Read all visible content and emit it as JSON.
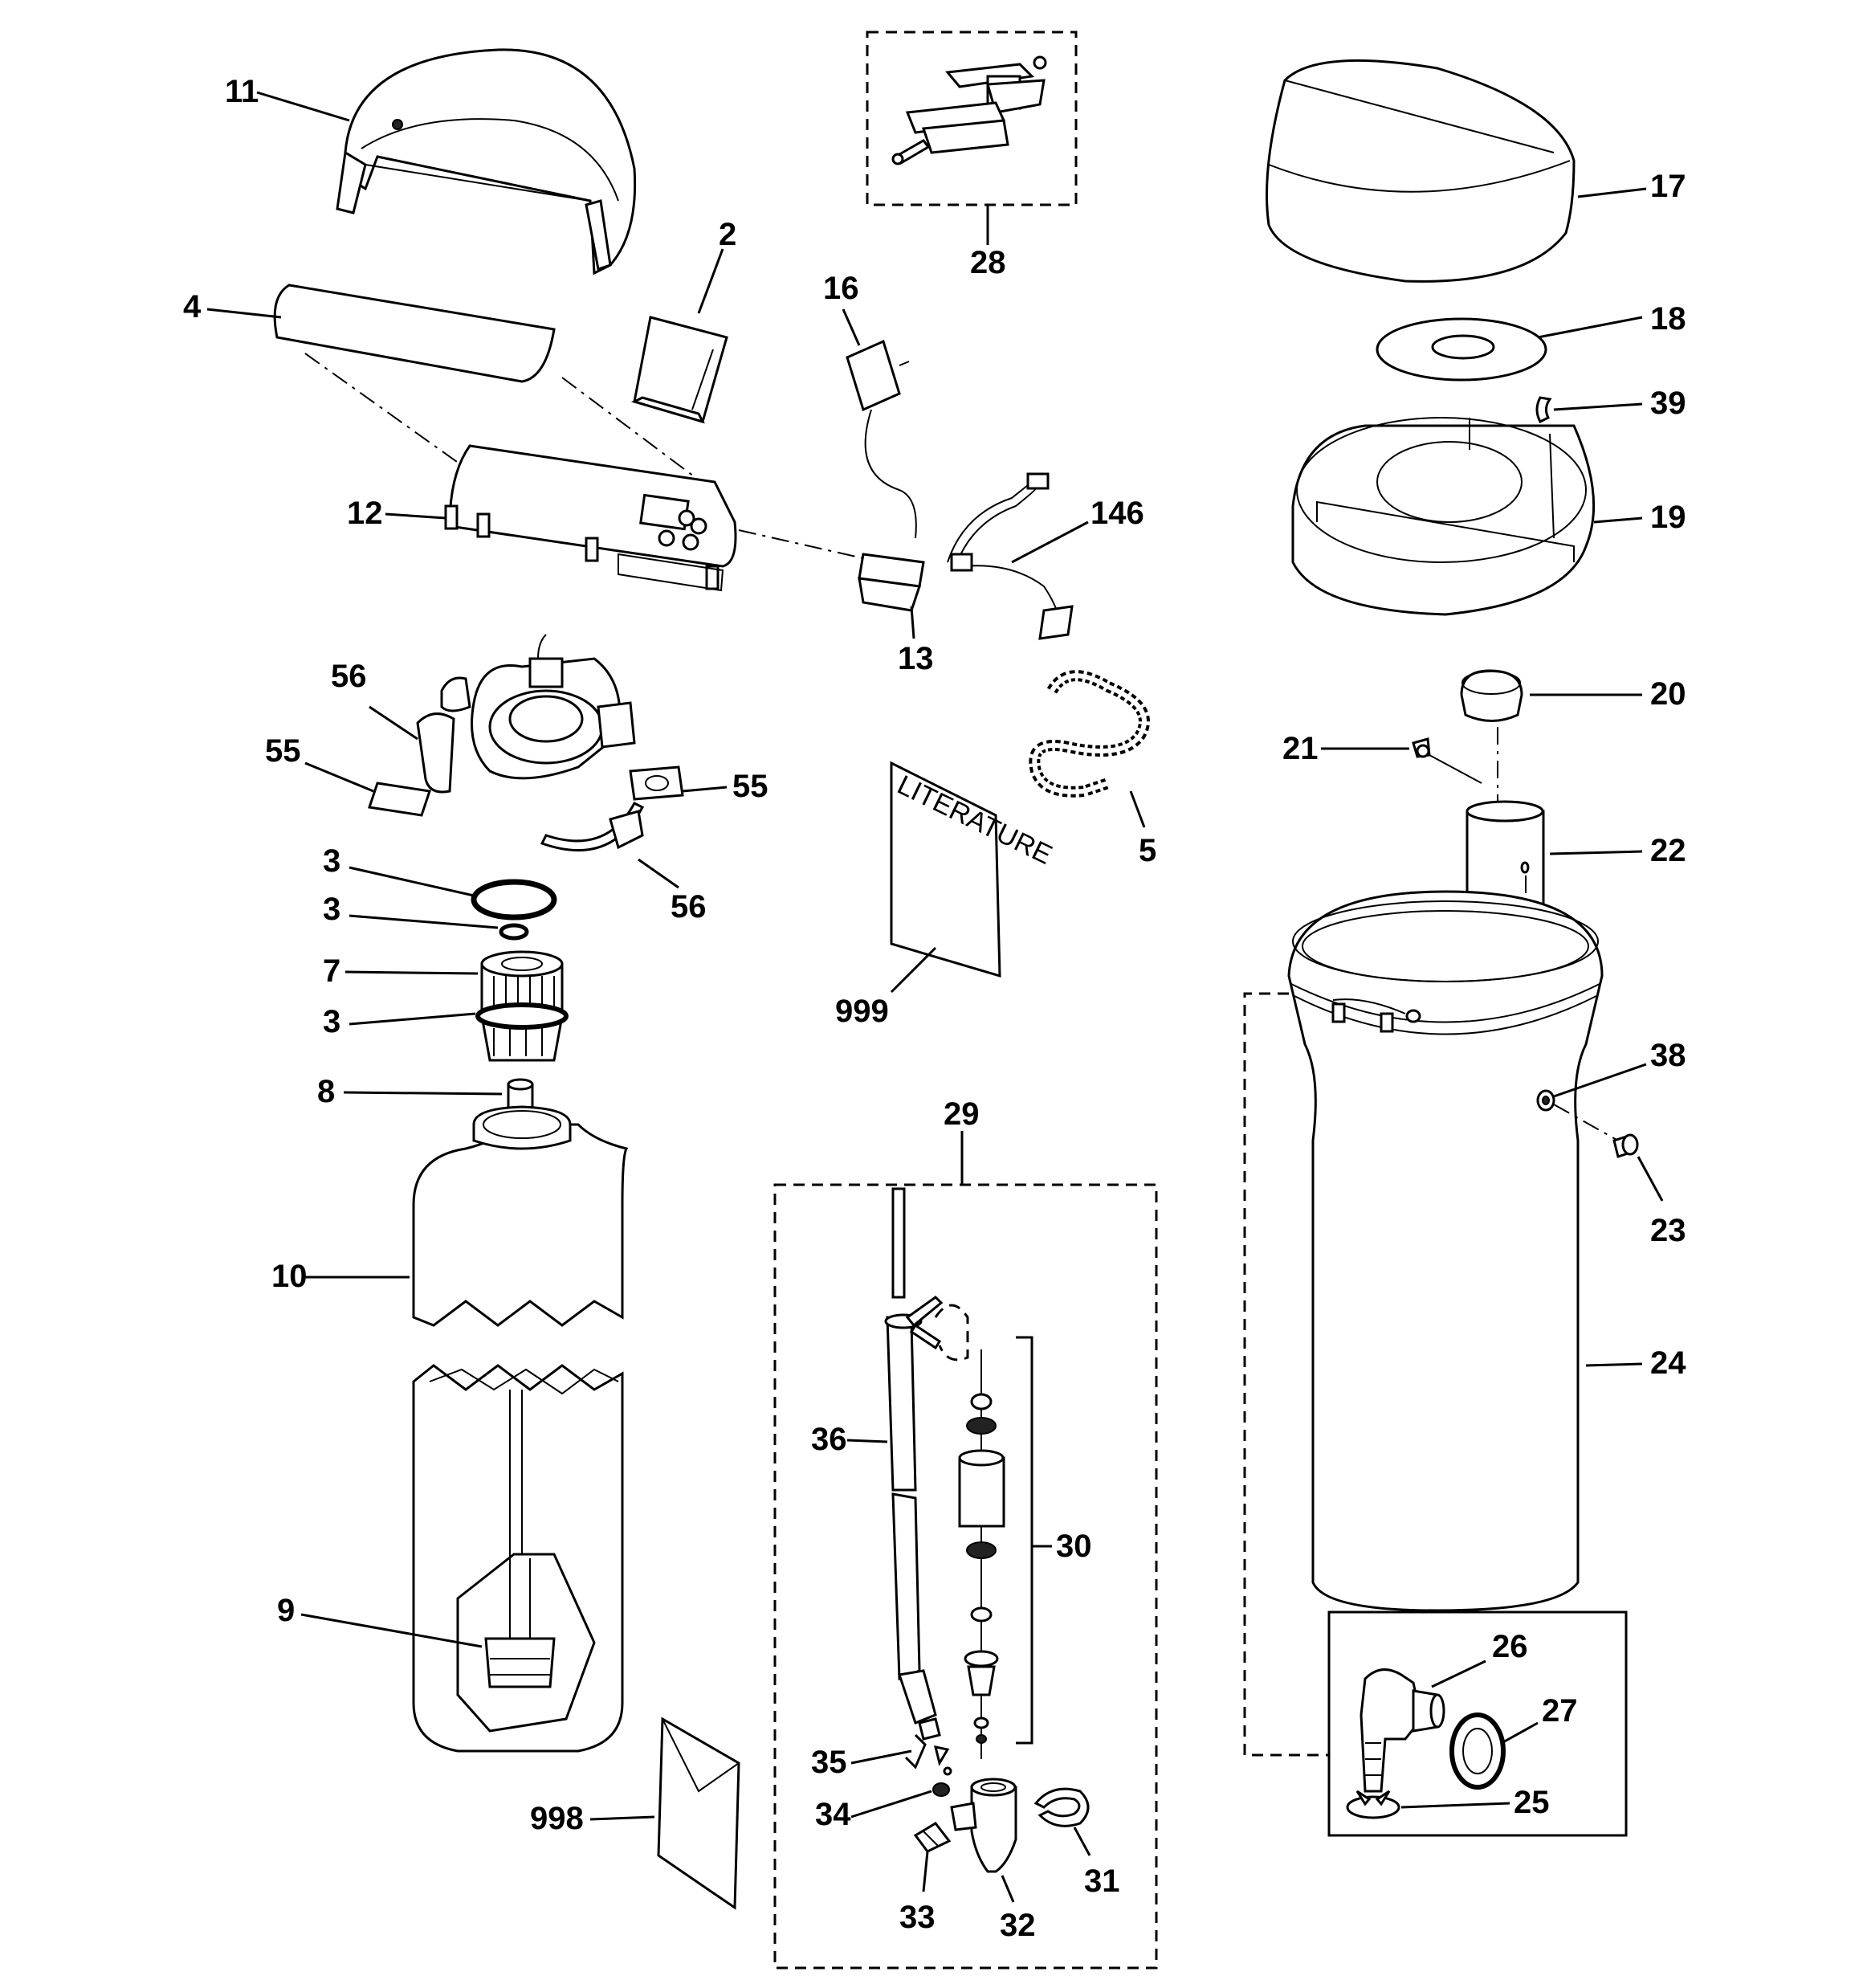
{
  "labels": {
    "p11": "11",
    "p2": "2",
    "p4": "4",
    "p12": "12",
    "p28": "28",
    "p16": "16",
    "p146": "146",
    "p13": "13",
    "p17": "17",
    "p18": "18",
    "p39": "39",
    "p19": "19",
    "p56a": "56",
    "p55a": "55",
    "p55b": "55",
    "p56b": "56",
    "p3a": "3",
    "p3b": "3",
    "p7": "7",
    "p3c": "3",
    "p8": "8",
    "p10": "10",
    "p9": "9",
    "p998": "998",
    "p5": "5",
    "p999": "999",
    "p20": "20",
    "p21": "21",
    "p22": "22",
    "p38": "38",
    "p23": "23",
    "p24": "24",
    "p29": "29",
    "p36": "36",
    "p30": "30",
    "p35": "35",
    "p34": "34",
    "p33": "33",
    "p32": "32",
    "p31": "31",
    "p26": "26",
    "p27": "27",
    "p25": "25"
  },
  "literature_text": "LITERATURE"
}
